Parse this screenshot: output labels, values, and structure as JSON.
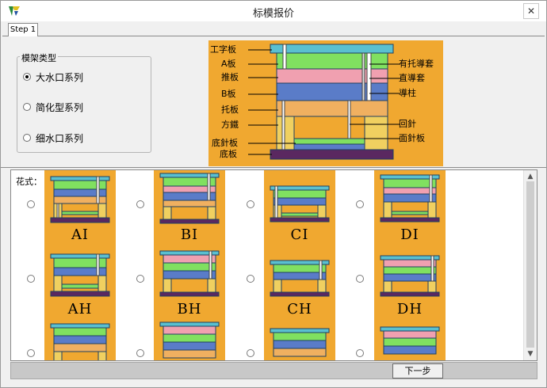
{
  "window": {
    "title": "标模报价"
  },
  "tabs": [
    {
      "label": "Step 1"
    }
  ],
  "mold_type": {
    "title": "模架类型",
    "options": [
      {
        "label": "大水口系列",
        "checked": true
      },
      {
        "label": "简化型系列",
        "checked": false
      },
      {
        "label": "细水口系列",
        "checked": false
      }
    ]
  },
  "diagram": {
    "labels_left": [
      "工字板",
      "A板",
      "推板",
      "B板",
      "托板",
      "方鐵",
      "底針板",
      "底板"
    ],
    "labels_right": [
      "有托導套",
      "直導套",
      "導柱",
      "回針",
      "面針板"
    ]
  },
  "styles": {
    "label": "花式：",
    "items": [
      {
        "code": "AI"
      },
      {
        "code": "BI"
      },
      {
        "code": "CI"
      },
      {
        "code": "DI"
      },
      {
        "code": "AH"
      },
      {
        "code": "BH"
      },
      {
        "code": "CH"
      },
      {
        "code": "DH"
      },
      {
        "code": ""
      },
      {
        "code": ""
      },
      {
        "code": ""
      },
      {
        "code": ""
      }
    ]
  },
  "buttons": {
    "next_label": "下一步"
  },
  "icons": {
    "app": "app-logo-icon",
    "close": "close-icon",
    "scroll_up": "scroll-up-icon",
    "scroll_down": "scroll-down-icon"
  },
  "colors": {
    "plate_orange": "#f0a830",
    "plate_green": "#80e060",
    "plate_pink": "#f0a0b0",
    "plate_blue": "#5a7cc8",
    "plate_dark": "#5a2860"
  }
}
